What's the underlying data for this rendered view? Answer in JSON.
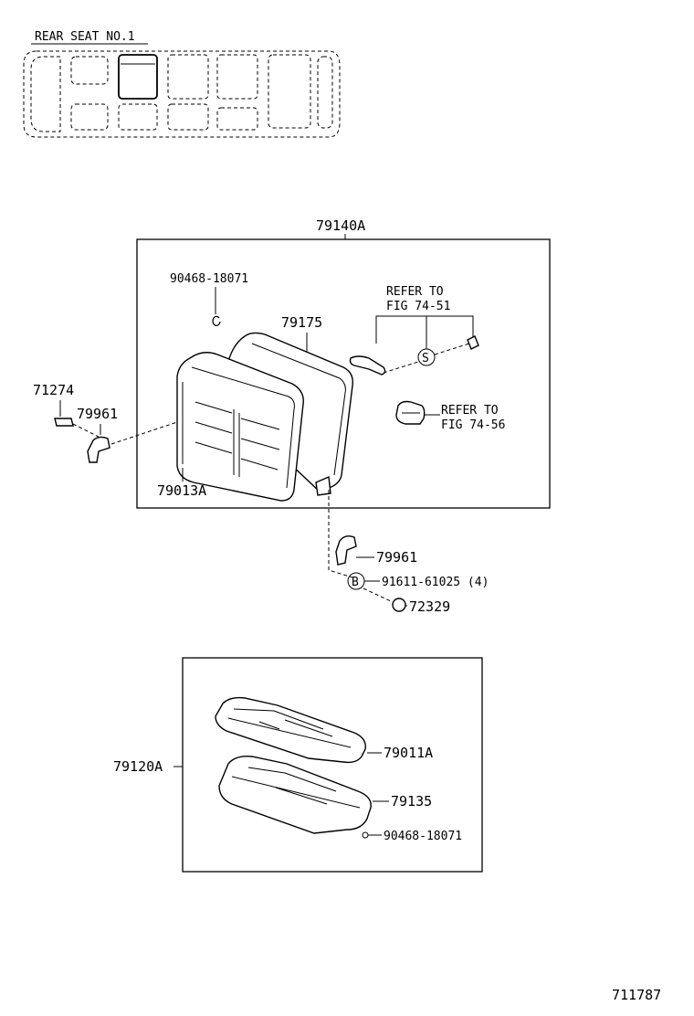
{
  "header": {
    "title": "REAR SEAT  NO.1"
  },
  "labels": {
    "seatback_assy": "79140A",
    "clip_upper": "90468-18071",
    "seatback_cover": "79175",
    "refer1_line1": "REFER TO",
    "refer1_line2": "FIG 74-51",
    "marker_s": "S",
    "refer2_line1": "REFER TO",
    "refer2_line2": "FIG 74-56",
    "hinge_cover_left": "71274",
    "hinge_left": "79961",
    "seatback_frame": "79013A",
    "hinge_lower": "79961",
    "marker_b": "B",
    "bolt": "91611-61025 (4)",
    "nut": "72329",
    "cushion_assy": "79120A",
    "cushion_frame": "79011A",
    "cushion_cover": "79135",
    "clip_lower": "90468-18071"
  },
  "footer": {
    "code": "711787"
  }
}
